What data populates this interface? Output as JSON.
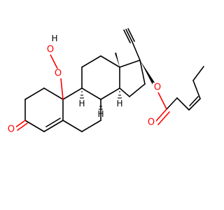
{
  "molecule": {
    "atoms": {
      "hydroperoxy_o1": "O",
      "hydroperoxy_o2": "O",
      "hydroperoxy_h": "H",
      "ketone_o": "O",
      "ester_o_link": "O",
      "ester_o_carbonyl": "O",
      "stereo_h_8": "H",
      "stereo_h_9": "H",
      "stereo_h_14": "H"
    },
    "colors": {
      "carbon_bond": "#000000",
      "oxygen": "#ff0000",
      "hydrogen": "#000000"
    }
  }
}
